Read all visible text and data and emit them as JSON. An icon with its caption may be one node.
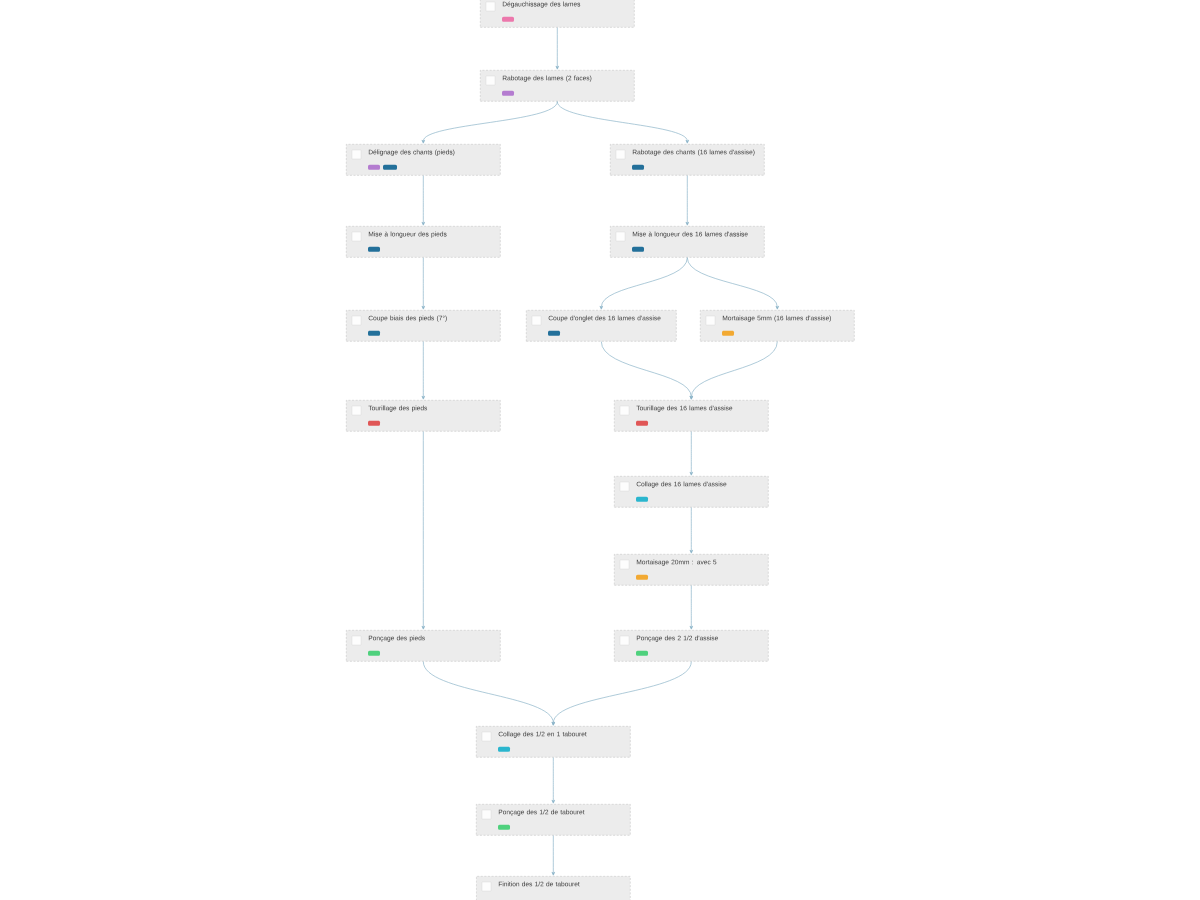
{
  "diagram": {
    "nodes": [
      {
        "text": [
          "Dégauchissage des lames"
        ]
      },
      {
        "text": [
          "Rabotage des lames (2 faces)"
        ]
      },
      {
        "text": [
          "Délignage des chants (pieds)"
        ]
      },
      {
        "text": [
          "Rabotage des chants (16 lames d'assise)"
        ]
      },
      {
        "text": [
          "Mise à longueur des pieds"
        ]
      },
      {
        "text": [
          "Mise à longueur des 16 lames d'assise"
        ]
      },
      {
        "text": [
          "Coupe biais des pieds (7°)"
        ]
      },
      {
        "text": [
          "Coupe d'onglet des 16 lames d'assise"
        ]
      },
      {
        "text": [
          "Mortaisage 5mm (16 lames d'assise)"
        ]
      },
      {
        "text": [
          "Tourillage des pieds"
        ]
      },
      {
        "text": [
          "Tourillage des 16 lames d'assise"
        ]
      },
      {
        "text": [
          "Collage des 16 lames d'assise"
        ]
      },
      {
        "text": [
          "Mortaisage 20mm : avec 5"
        ]
      },
      {
        "text": [
          "Ponçage des pieds"
        ]
      },
      {
        "text": [
          "Ponçage des 2 1/2 d'assise"
        ]
      },
      {
        "text": [
          "Collage des 1/2 en 1 tabouret"
        ]
      },
      {
        "text": [
          "Ponçage des 1/2 de tabouret"
        ]
      },
      {
        "text": [
          "Finition des 1/2 de tabouret"
        ]
      }
    ],
    "edges": [
      {
        "from": 0,
        "to": 1,
        "arrow": "to"
      },
      {
        "from": 1,
        "to": 2,
        "arrow": "to"
      },
      {
        "from": 1,
        "to": 3,
        "arrow": "to"
      },
      {
        "from": 2,
        "to": 4,
        "arrow": "to"
      },
      {
        "from": 3,
        "to": 5,
        "arrow": "to"
      },
      {
        "from": 4,
        "to": 6,
        "arrow": "to"
      },
      {
        "from": 5,
        "to": 7,
        "arrow": "to"
      },
      {
        "from": 5,
        "to": 8,
        "arrow": "to"
      },
      {
        "from": 6,
        "to": 9,
        "arrow": "to"
      },
      {
        "from": 7,
        "to": 10,
        "arrow": "to"
      },
      {
        "from": 8,
        "to": 10,
        "arrow": "to"
      },
      {
        "from": 9,
        "to": 13,
        "arrow": "to"
      },
      {
        "from": 10,
        "to": 11,
        "arrow": "to"
      },
      {
        "from": 11,
        "to": 12,
        "arrow": "to"
      },
      {
        "from": 12,
        "to": 14,
        "arrow": "to"
      },
      {
        "from": 13,
        "to": 15,
        "arrow": "to"
      },
      {
        "from": 14,
        "to": 15,
        "arrow": "to"
      },
      {
        "from": 15,
        "to": 16,
        "arrow": "to"
      },
      {
        "from": 16,
        "to": 17,
        "arrow": "to"
      }
    ]
  }
}
